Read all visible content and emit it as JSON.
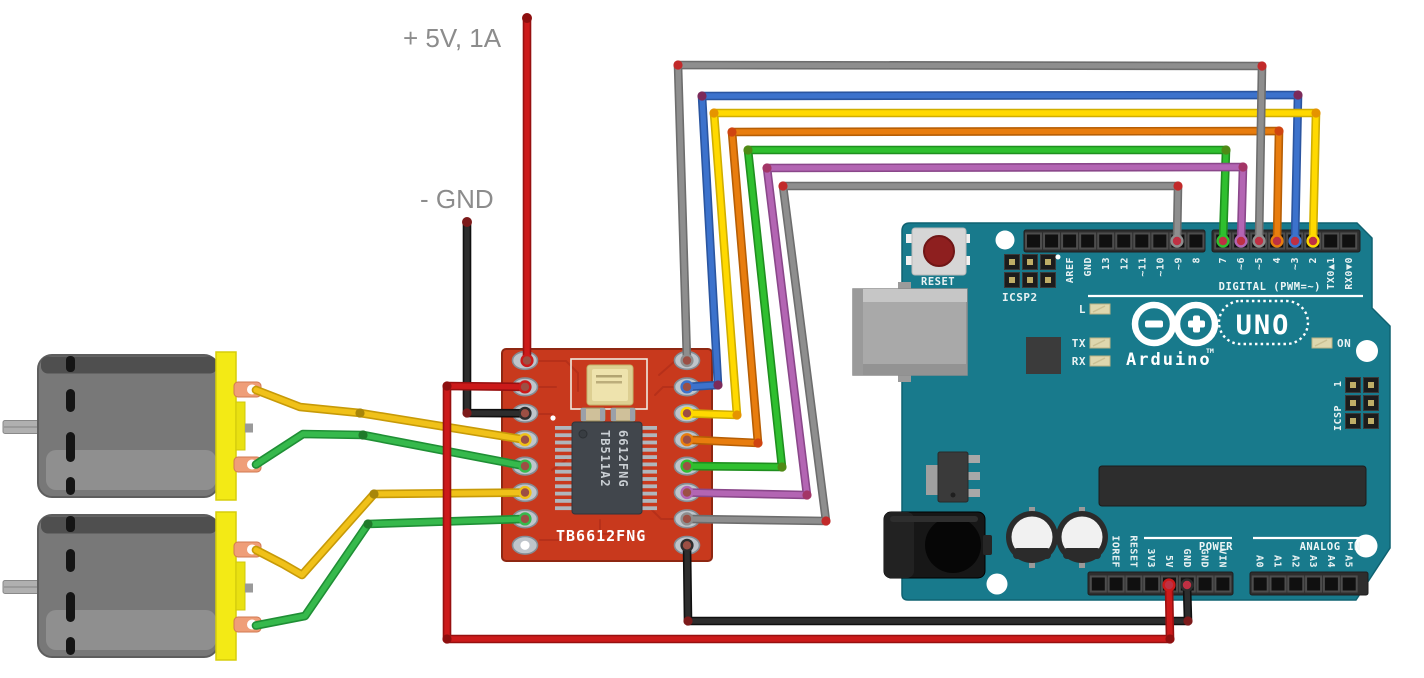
{
  "annotations": {
    "power": "+ 5V, 1A",
    "ground": "- GND"
  },
  "arduino": {
    "brand": "Arduino",
    "brand_tm": "TM",
    "logo_text": "UNO",
    "reset_label": "RESET",
    "icsp2_label": "ICSP2",
    "icsp_label": "ICSP",
    "icsp_pin1": "1",
    "led_l": "L",
    "led_tx": "TX",
    "led_rx": "RX",
    "led_on": "ON",
    "digital_caption": "DIGITAL (PWM=~)",
    "power_caption": "POWER",
    "analog_caption": "ANALOG IN",
    "digital_left_pins": [
      "",
      "",
      "AREF",
      "GND",
      "13",
      "12",
      "~11",
      "~10",
      "~9",
      "8"
    ],
    "digital_right_pins": [
      "7",
      "~6",
      "~5",
      "4",
      "~3",
      "2",
      "TX0▲1",
      "RX0▼0"
    ],
    "power_pins": [
      "",
      "IOREF",
      "RESET",
      "3V3",
      "5V",
      "GND",
      "GND",
      "VIN"
    ],
    "analog_pins": [
      "A0",
      "A1",
      "A2",
      "A3",
      "A4",
      "A5"
    ]
  },
  "driver": {
    "silkscreen": "TB6612FNG",
    "chip_line1": "TB511A2",
    "chip_line2": "6612FNG"
  },
  "colors": {
    "arduino_teal": "#187a8c",
    "pcb_red": "#c8391d",
    "motor_gray": "#787878",
    "motor_yellow_cap": "#f3ea15",
    "terminal_salmon": "#ef9e78",
    "annotation_gray": "#8c8c8c",
    "wire_red": "#cc1a1a",
    "wire_black": "#2d2d2d",
    "wire_gray": "#8e8e8e",
    "wire_blue": "#3c72cc",
    "wire_yellow": "#ffd900",
    "wire_orange": "#e87d0e",
    "wire_green": "#2fbf2f",
    "wire_purple": "#b365b3",
    "wire_motor_yellow": "#f0c119",
    "wire_motor_green": "#36b94c"
  },
  "wires": [
    {
      "name": "motor1-wire-yellow",
      "color": "#f0c119",
      "edge": "#c79a08",
      "dot": "#a8860a",
      "points": [
        [
          256,
          390,
          "none"
        ],
        [
          300,
          407,
          "none"
        ],
        [
          360,
          413,
          "bend"
        ],
        [
          525,
          439.7,
          "pad"
        ]
      ]
    },
    {
      "name": "motor1-wire-green",
      "color": "#36b94c",
      "edge": "#1f8f35",
      "dot": "#1f7a2a",
      "points": [
        [
          256,
          464.5,
          "none"
        ],
        [
          303,
          434,
          "none"
        ],
        [
          363,
          435,
          "bend"
        ],
        [
          525,
          466.1,
          "pad"
        ]
      ]
    },
    {
      "name": "motor2-wire-yellow",
      "color": "#f0c119",
      "edge": "#c79a08",
      "dot": "#a8860a",
      "points": [
        [
          256,
          550,
          "none"
        ],
        [
          283,
          564,
          "none"
        ],
        [
          302,
          575,
          "none"
        ],
        [
          374,
          494,
          "bend"
        ],
        [
          525,
          492.5,
          "pad"
        ]
      ]
    },
    {
      "name": "motor2-wire-green",
      "color": "#36b94c",
      "edge": "#1f8f35",
      "dot": "#1f7a2a",
      "points": [
        [
          256,
          625.5,
          "none"
        ],
        [
          305,
          616,
          "none"
        ],
        [
          368,
          524,
          "bend"
        ],
        [
          525,
          518.9,
          "pad"
        ]
      ]
    },
    {
      "name": "wire-blue-d3",
      "color": "#3c72cc",
      "edge": "#2a55a0",
      "dot": "#7c2a5a",
      "points": [
        [
          687,
          386.9,
          "pad"
        ],
        [
          718,
          385,
          "bend"
        ],
        [
          702,
          96,
          "bend"
        ],
        [
          1298,
          95,
          "bend"
        ],
        [
          1295,
          241,
          "pin"
        ]
      ]
    },
    {
      "name": "wire-yellow-d2",
      "color": "#ffd900",
      "edge": "#d0ae00",
      "dot": "#e59400",
      "points": [
        [
          687,
          413.3,
          "pad"
        ],
        [
          737,
          415,
          "bend"
        ],
        [
          714,
          113,
          "bend"
        ],
        [
          1316,
          113,
          "bend"
        ],
        [
          1313,
          241,
          "pin"
        ]
      ]
    },
    {
      "name": "wire-orange-d4",
      "color": "#e87d0e",
      "edge": "#b65e05",
      "dot": "#cf4410",
      "points": [
        [
          687,
          439.7,
          "pad"
        ],
        [
          758,
          443,
          "bend"
        ],
        [
          732,
          132,
          "bend"
        ],
        [
          1279,
          131,
          "bend"
        ],
        [
          1277,
          241,
          "pin"
        ]
      ]
    },
    {
      "name": "wire-green-d7",
      "color": "#2fbf2f",
      "edge": "#1f8f1f",
      "dot": "#4f8a16",
      "points": [
        [
          687,
          466.1,
          "pad"
        ],
        [
          782,
          467,
          "bend"
        ],
        [
          748,
          150,
          "bend"
        ],
        [
          1226,
          150,
          "bend"
        ],
        [
          1223,
          241,
          "pin"
        ]
      ]
    },
    {
      "name": "wire-purple-d6",
      "color": "#b365b3",
      "edge": "#8a478a",
      "dot": "#a33567",
      "points": [
        [
          687,
          492.5,
          "pad"
        ],
        [
          807,
          495,
          "bend"
        ],
        [
          767,
          168,
          "bend"
        ],
        [
          1243,
          167,
          "bend"
        ],
        [
          1241,
          241,
          "pin"
        ]
      ]
    },
    {
      "name": "wire-gray-d9",
      "color": "#8e8e8e",
      "edge": "#6d6d6d",
      "dot": "#c22a2a",
      "points": [
        [
          687,
          518.9,
          "pad"
        ],
        [
          826,
          521,
          "bend"
        ],
        [
          783,
          186,
          "bend"
        ],
        [
          1178,
          186,
          "bend"
        ],
        [
          1177,
          241,
          "pin"
        ]
      ]
    },
    {
      "name": "wire-gray-d5",
      "color": "#8e8e8e",
      "edge": "#6d6d6d",
      "dot": "#c22a2a",
      "points": [
        [
          687,
          360.5,
          "pad"
        ],
        [
          678,
          65,
          "bend"
        ],
        [
          1262,
          66,
          "bend"
        ],
        [
          1259,
          241,
          "pin"
        ]
      ]
    },
    {
      "name": "wire-black-gnd-in",
      "color": "#2d2d2d",
      "edge": "#101010",
      "dot": "#7c1a1a",
      "points": [
        [
          467,
          222,
          "free"
        ],
        [
          467,
          413,
          "bend"
        ],
        [
          525,
          413.3,
          "pad"
        ]
      ]
    },
    {
      "name": "wire-red-5v-in",
      "color": "#cc1a1a",
      "edge": "#971010",
      "dot": "#8e0f0f",
      "points": [
        [
          527,
          18,
          "free"
        ],
        [
          527,
          360.5,
          "pad"
        ]
      ]
    },
    {
      "name": "wire-black-gnd-loop",
      "color": "#2d2d2d",
      "edge": "#101010",
      "dot": "#7c1a1a",
      "points": [
        [
          687,
          545.3,
          "pad"
        ],
        [
          688,
          621,
          "bend"
        ],
        [
          1188,
          621,
          "bend"
        ],
        [
          1187,
          585,
          "pin"
        ]
      ]
    },
    {
      "name": "wire-red-5v-loop",
      "color": "#cc1a1a",
      "edge": "#971010",
      "dot": "#8e0f0f",
      "points": [
        [
          525,
          386.9,
          "pad"
        ],
        [
          447,
          386,
          "bend"
        ],
        [
          447,
          639,
          "bend"
        ],
        [
          1170,
          639,
          "bend"
        ],
        [
          1169,
          585,
          "pin"
        ]
      ]
    }
  ]
}
